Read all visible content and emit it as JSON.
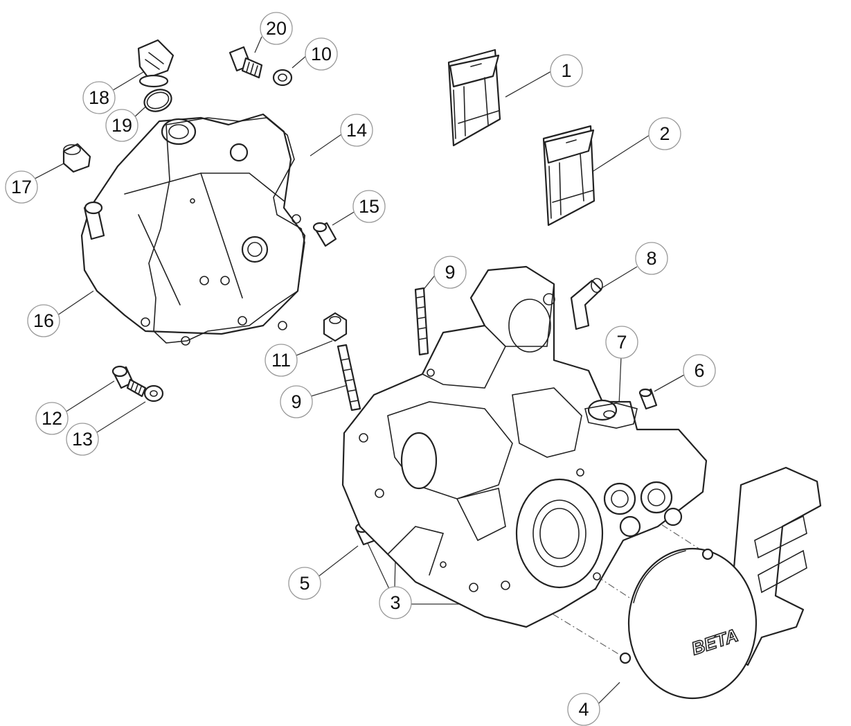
{
  "logo": {
    "text": "BETA"
  },
  "callouts": [
    {
      "id": "c1",
      "label": "1"
    },
    {
      "id": "c2",
      "label": "2"
    },
    {
      "id": "c3",
      "label": "3"
    },
    {
      "id": "c4",
      "label": "4"
    },
    {
      "id": "c5",
      "label": "5"
    },
    {
      "id": "c6",
      "label": "6"
    },
    {
      "id": "c7",
      "label": "7"
    },
    {
      "id": "c8",
      "label": "8"
    },
    {
      "id": "c9a",
      "label": "9"
    },
    {
      "id": "c9b",
      "label": "9"
    },
    {
      "id": "c10",
      "label": "10"
    },
    {
      "id": "c11",
      "label": "11"
    },
    {
      "id": "c12",
      "label": "12"
    },
    {
      "id": "c13",
      "label": "13"
    },
    {
      "id": "c14",
      "label": "14"
    },
    {
      "id": "c15",
      "label": "15"
    },
    {
      "id": "c16",
      "label": "16"
    },
    {
      "id": "c17",
      "label": "17"
    },
    {
      "id": "c18",
      "label": "18"
    },
    {
      "id": "c19",
      "label": "19"
    },
    {
      "id": "c20",
      "label": "20"
    }
  ]
}
